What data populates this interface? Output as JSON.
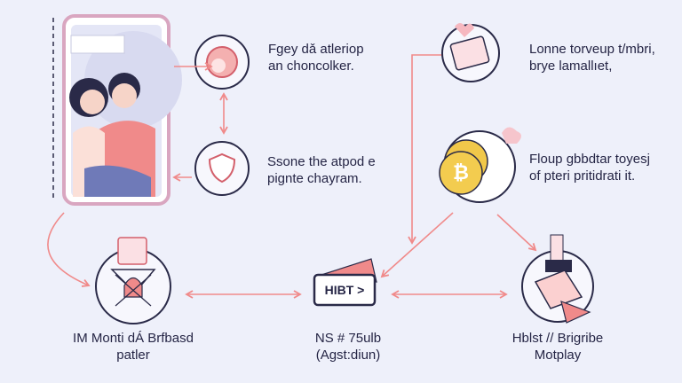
{
  "nodes": {
    "step_top_middle": {
      "line1": "Fgey dǎ atleriop",
      "line2": "an choncolker."
    },
    "step_mid_middle": {
      "line1": "Ssone the atpod e",
      "line2": "pignte chayram."
    },
    "step_top_right": {
      "line1": "Lonne torveup t/mbri,",
      "line2": "brye lamallıet,"
    },
    "step_mid_right": {
      "line1": "Floup gbbdtar toyesj",
      "line2": "of pteri pritidrati it."
    },
    "step_bottom_left": {
      "line1": "IM Monti dÁ Brfbasd",
      "line2": "patler"
    },
    "step_bottom_center": {
      "line1": "NS # 75ulb",
      "line2": "(Agst:diun)"
    },
    "step_bottom_right": {
      "line1": "Hblst // Brigribe",
      "line2": "Motplay"
    }
  },
  "card_label": "HIBT >",
  "coin_symbol": "₿",
  "colors": {
    "background": "#eef0fa",
    "accent": "#f08a8a",
    "outline": "#2a2a48",
    "phone_frame": "#d9a6c0"
  }
}
